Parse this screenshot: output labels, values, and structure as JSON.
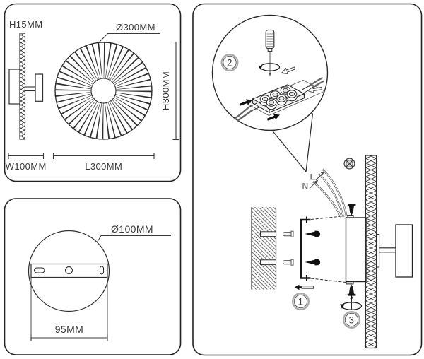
{
  "panel_dimensions": {
    "height_label": "H15MM",
    "diameter_label": "Ø300MM",
    "vertical_label": "H300MM",
    "width_label": "W100MM",
    "length_label": "L300MM"
  },
  "panel_plate": {
    "diameter_label": "Ø100MM",
    "hole_spacing_label": "95MM"
  },
  "panel_install": {
    "step_1": "1",
    "step_2": "2",
    "step_3": "3",
    "live_label": "L",
    "neutral_label": "N"
  },
  "colors": {
    "line": "#2f2f2f",
    "text": "#3a3a3a",
    "badge_ring": "#a9a9a9",
    "wire": "#5f5f5f",
    "background": "#ffffff"
  }
}
